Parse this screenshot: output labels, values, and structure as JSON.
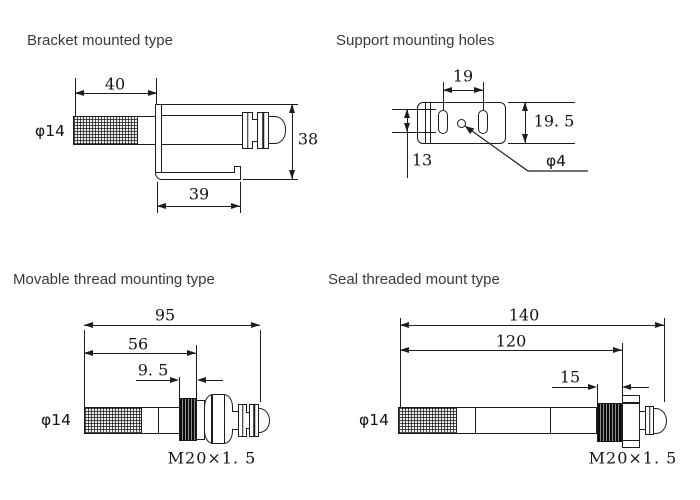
{
  "drawings": {
    "bracket": {
      "title": "Bracket mounted type",
      "dims": {
        "top_width": "40",
        "diameter": "φ14",
        "height": "38",
        "bottom_width": "39"
      }
    },
    "support": {
      "title": "Support mounting holes",
      "dims": {
        "slot_spacing": "19",
        "plate_height": "19. 5",
        "slot_length": "13",
        "hole_diameter": "φ4"
      }
    },
    "movable": {
      "title": "Movable thread mounting type",
      "dims": {
        "overall_length": "95",
        "length_to_thread": "56",
        "thread_length": "9. 5",
        "diameter": "φ14",
        "thread_spec": "M20×1. 5"
      }
    },
    "seal": {
      "title": "Seal threaded mount type",
      "dims": {
        "overall_length": "140",
        "length_to_thread": "120",
        "thread_length": "15",
        "diameter": "φ14",
        "thread_spec": "M20×1. 5"
      }
    }
  }
}
